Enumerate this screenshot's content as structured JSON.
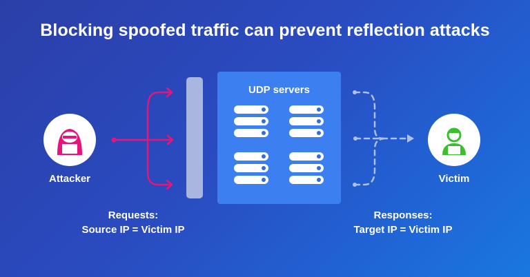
{
  "title": "Blocking spoofed traffic can prevent reflection attacks",
  "attacker": {
    "label": "Attacker"
  },
  "victim": {
    "label": "Victim"
  },
  "servers": {
    "title": "UDP servers"
  },
  "requests": {
    "line1": "Requests:",
    "line2": "Source IP = Victim IP"
  },
  "responses": {
    "line1": "Responses:",
    "line2": "Target IP = Victim IP"
  },
  "colors": {
    "attacker_accent": "#e6157a",
    "victim_accent": "#3bbf2f",
    "request_arrow": "#e6157a",
    "response_arrow": "#aebfe8",
    "server_panel": "#3c7ff0",
    "blocker": "#a9b6df"
  }
}
